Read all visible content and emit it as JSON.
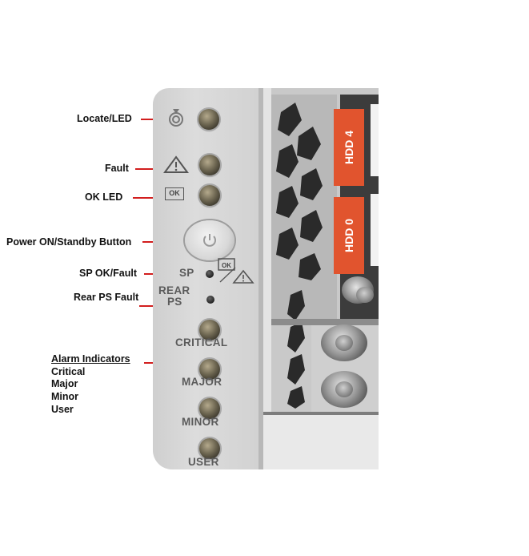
{
  "callouts": {
    "locate": "Locate/LED",
    "fault": "Fault",
    "ok_led": "OK LED",
    "power": "Power ON/Standby Button",
    "sp": "SP OK/Fault",
    "rear_ps": "Rear PS Fault",
    "alarm_heading": "Alarm Indicators",
    "alarms": [
      "Critical",
      "Major",
      "Minor",
      "User"
    ]
  },
  "panel_labels": {
    "sp": "SP",
    "rear_line1": "REAR",
    "rear_line2": "PS",
    "critical": "CRITICAL",
    "major": "MAJOR",
    "minor": "MINOR",
    "user": "USER",
    "ok_icon": "OK"
  },
  "drive_labels": [
    "HDD 4",
    "HDD 0"
  ],
  "colors": {
    "leader": "#d21e1e",
    "drive_label": "#e1542e",
    "panel": "#d6d6d6"
  },
  "icons": [
    "locate-icon",
    "fault-warning-icon",
    "ok-icon",
    "power-icon",
    "sp-ok-fault-icon"
  ]
}
